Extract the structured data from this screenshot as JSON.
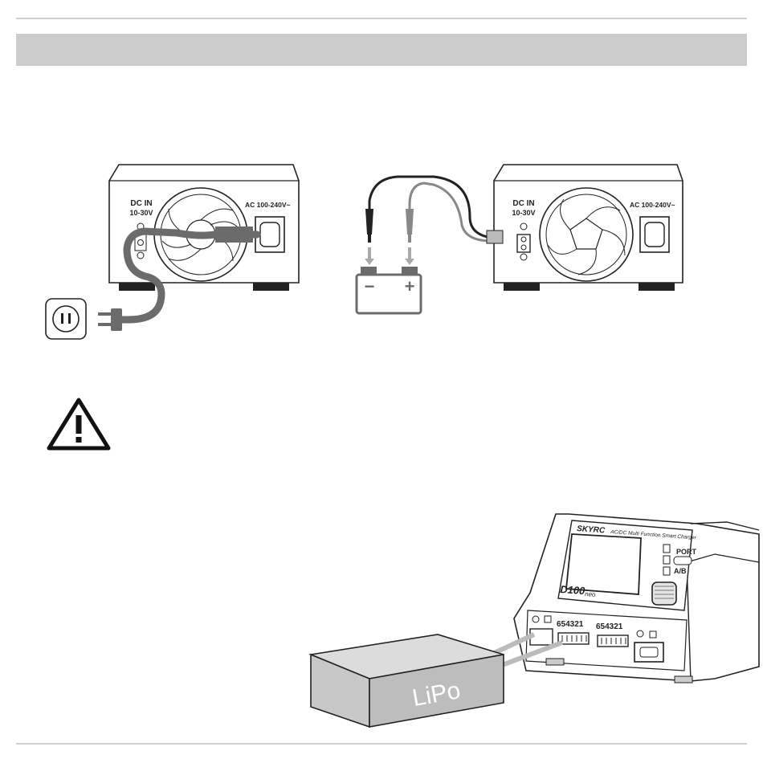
{
  "header": {
    "title": ""
  },
  "figure_ac": {
    "dc_in_label": "DC IN",
    "dc_in_range": "10-30V",
    "ac_label": "AC 100-240V~"
  },
  "figure_dc": {
    "dc_in_label": "DC IN",
    "dc_in_range": "10-30V",
    "ac_label": "AC 100-240V~",
    "battery_minus": "−",
    "battery_plus": "+"
  },
  "charger": {
    "brand": "SKYRC",
    "tagline": "AC/DC Multi Function Smart Charger",
    "model": "D100",
    "model_suffix": "neo",
    "port_label": "PORT",
    "port_ab": "A/B",
    "balance_port_1": "654321",
    "balance_port_2": "654321"
  },
  "battery_box": {
    "label": "LiPo"
  },
  "colors": {
    "header_bar": "#cccccc",
    "cable": "#6b6b6b",
    "battery_fill": "#c8c8c8"
  }
}
